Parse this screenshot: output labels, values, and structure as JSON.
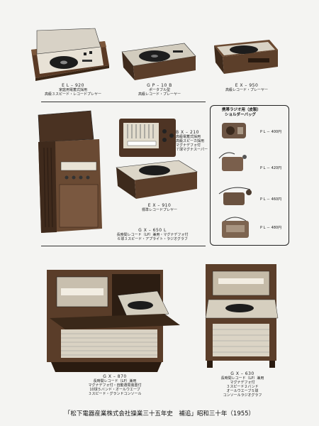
{
  "footer": "「松下電器産業株式会社操業三十五年史　補追」昭和三十年（1955）",
  "products": {
    "el920": {
      "model": "E L – 920",
      "line1": "家庭用電蓄式採用",
      "line2": "高級３スピード・レコードプレヤー"
    },
    "gp10b": {
      "model": "G P – 10 B",
      "line1": "ポータブル型",
      "line2": "高級レコード・プレーヤー"
    },
    "ex950": {
      "model": "E X – 950",
      "line1": "",
      "line2": "高級レコード・プレーヤー"
    },
    "bx210": {
      "model": "B X – 210",
      "line1": "高級電蓄式採用",
      "line2": "高級スピーカ採用",
      "line3": "マグナデフォ付",
      "line4": "７球マグナスーパー"
    },
    "ex910": {
      "model": "E X – 910",
      "line1": "標準レコードプレヤー"
    },
    "gx650l": {
      "model": "G X – 650 L",
      "line1": "長時間レコード（LP）兼用・マグナデフォ付",
      "line2": "６球３スピード・アプライト・ラジオグラフ"
    },
    "gx870": {
      "model": "G X – 870",
      "line1": "長時間レコード（LP）兼用",
      "line2": "マグナデフォ付・自動選局装置付",
      "line3": "10球５バンド・オールウエーブ",
      "line4": "３スピード・グランドコンソール"
    },
    "gx630": {
      "model": "G X – 630",
      "line1": "長時間レコード（LP）兼用",
      "line2": "マグナデフォ付",
      "line3": "３スピード２バンド",
      "line4": "オールウエーブ５球",
      "line5": "コンソールラジオグラフ"
    }
  },
  "radio_panel": {
    "title1": "携帯ラジオ用（皮製）",
    "title2": "ショルダーバッグ",
    "items": [
      {
        "label": "P L － 400円"
      },
      {
        "label": "P L － 420円"
      },
      {
        "label": "P L － 460円"
      },
      {
        "label": "P L － 480円"
      }
    ]
  }
}
